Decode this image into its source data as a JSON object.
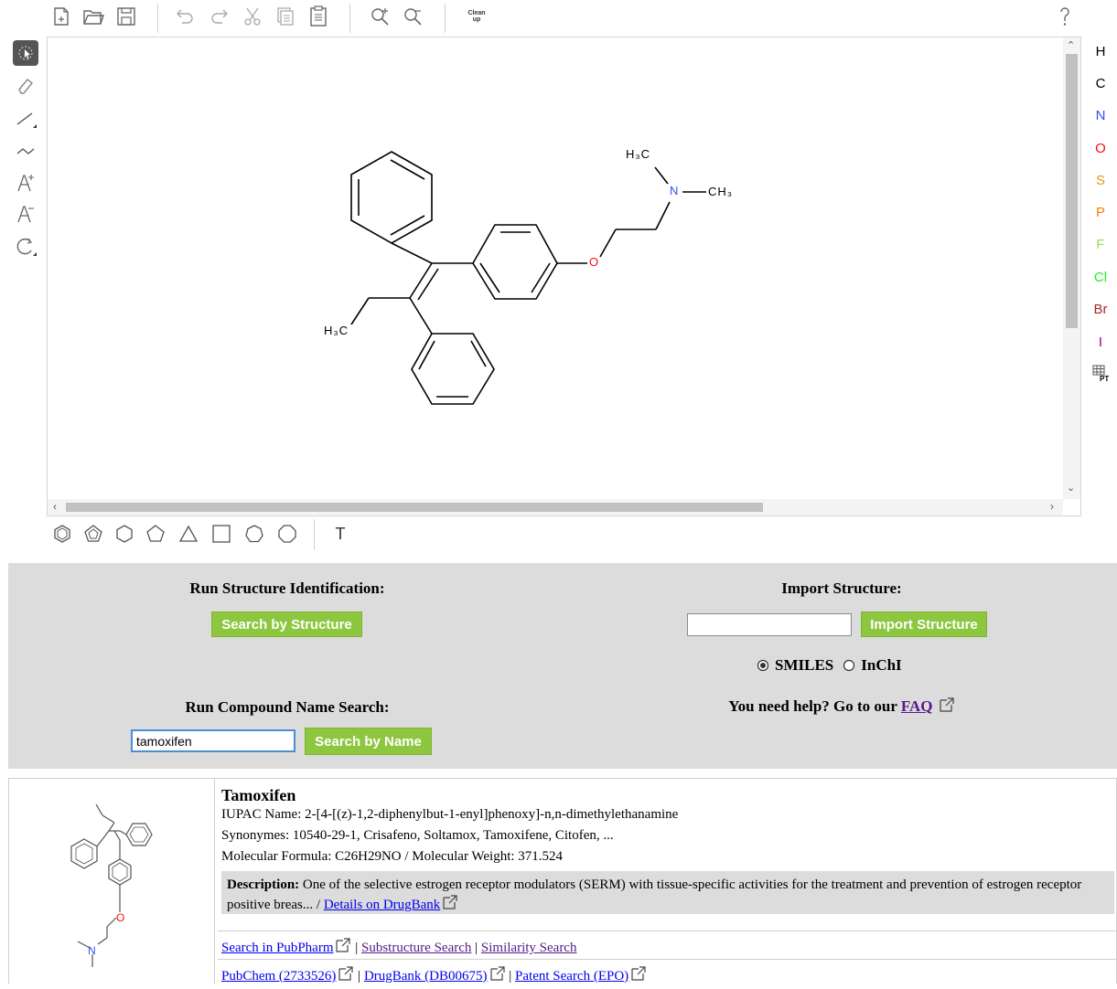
{
  "toolbar": {
    "cleanup_label_line1": "Clean",
    "cleanup_label_line2": "up",
    "help_icon": "help-icon",
    "icons": [
      "new-document-icon",
      "open-folder-icon",
      "save-icon",
      "undo-icon",
      "redo-icon",
      "cut-icon",
      "copy-icon",
      "paste-icon",
      "zoom-in-icon",
      "zoom-out-icon"
    ]
  },
  "left_tools": [
    "selection-tool-icon",
    "eraser-icon",
    "single-bond-icon",
    "chain-icon",
    "charge-plus-icon",
    "charge-minus-icon",
    "rotate-icon"
  ],
  "atoms": [
    {
      "symbol": "H",
      "color": "#000000"
    },
    {
      "symbol": "C",
      "color": "#000000"
    },
    {
      "symbol": "N",
      "color": "#3050f8"
    },
    {
      "symbol": "O",
      "color": "#ff0d0d"
    },
    {
      "symbol": "S",
      "color": "#e89a10"
    },
    {
      "symbol": "P",
      "color": "#ff8000"
    },
    {
      "symbol": "F",
      "color": "#90e050"
    },
    {
      "symbol": "Cl",
      "color": "#1ff01f"
    },
    {
      "symbol": "Br",
      "color": "#a62929"
    },
    {
      "symbol": "I",
      "color": "#940094"
    }
  ],
  "periodic_table_label": "PT",
  "molecule_labels": {
    "h3c_top": "H₃C",
    "n": "N",
    "ch3": "CH₃",
    "o": "O",
    "h3c_left": "H₃C"
  },
  "shapes_toolbar": {
    "text_tool": "T",
    "shapes": [
      "benzene-icon",
      "cyclopentadiene-icon",
      "hexagon-icon",
      "pentagon-icon",
      "triangle-icon",
      "square-icon",
      "heptagon-icon",
      "octagon-icon"
    ]
  },
  "structure_id": {
    "heading": "Run Structure Identification:",
    "button": "Search by Structure"
  },
  "import": {
    "heading": "Import Structure:",
    "input_value": "",
    "button": "Import Structure",
    "options": [
      "SMILES",
      "InChI"
    ],
    "selected": "SMILES"
  },
  "name_search": {
    "heading": "Run Compound Name Search:",
    "input_value": "tamoxifen",
    "button": "Search by Name"
  },
  "help": {
    "text": "You need help? Go to our",
    "link": "FAQ"
  },
  "result": {
    "name": "Tamoxifen",
    "iupac": "IUPAC Name: 2-[4-[(z)-1,2-diphenylbut-1-enyl]phenoxy]-n,n-dimethylethanamine",
    "synonyms": "Synonymes: 10540-29-1, Crisafeno, Soltamox, Tamoxifene, Citofen, ...",
    "formula": "Molecular Formula: C26H29NO / Molecular Weight: 371.524",
    "description_label": "Description:",
    "description_text": "One of the selective estrogen receptor modulators (SERM) with tissue-specific activities for the treatment and prevention of estrogen receptor positive breas... /",
    "drugbank_details": "Details on DrugBank",
    "link_pubpharm": "Search in PubPharm",
    "link_substructure": "Substructure Search",
    "link_similarity": "Similarity Search",
    "link_pubchem": "PubChem (2733526)",
    "link_drugbank": "DrugBank (DB00675)",
    "link_patent": "Patent Search (EPO)",
    "sep": "|"
  }
}
